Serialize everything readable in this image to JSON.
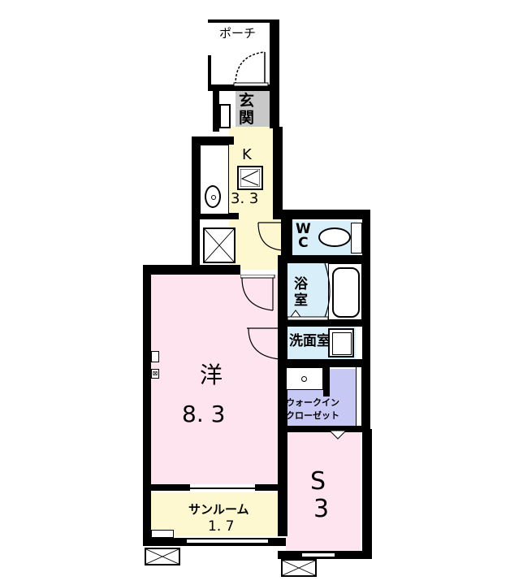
{
  "floor_plan": {
    "rooms": {
      "porch": {
        "label": "ポーチ"
      },
      "entrance": {
        "label_line1": "玄",
        "label_line2": "関",
        "color": "#c8c8c8"
      },
      "kitchen": {
        "label": "K",
        "size": "3. 3",
        "color": "#fdf8d0"
      },
      "wc": {
        "label_line1": "W",
        "label_line2": "C",
        "color": "#d8eef8"
      },
      "bathroom": {
        "label_line1": "浴",
        "label_line2": "室",
        "color": "#d8eef8"
      },
      "washroom": {
        "label": "洗面室",
        "color": "#d8eef8"
      },
      "walk_in_closet": {
        "label_line1": "ウォークイン",
        "label_line2": "クローゼット",
        "color": "#c8c8f4"
      },
      "western_room": {
        "label": "洋",
        "size": "8. 3",
        "color": "#fde4ee"
      },
      "sunroom": {
        "label": "サンルーム",
        "size": "1. 7",
        "color": "#fdf8d0"
      },
      "storage_room": {
        "label": "S",
        "size": "3",
        "color": "#fde4ee"
      }
    },
    "colors": {
      "wall": "#000000",
      "background": "#ffffff"
    }
  }
}
